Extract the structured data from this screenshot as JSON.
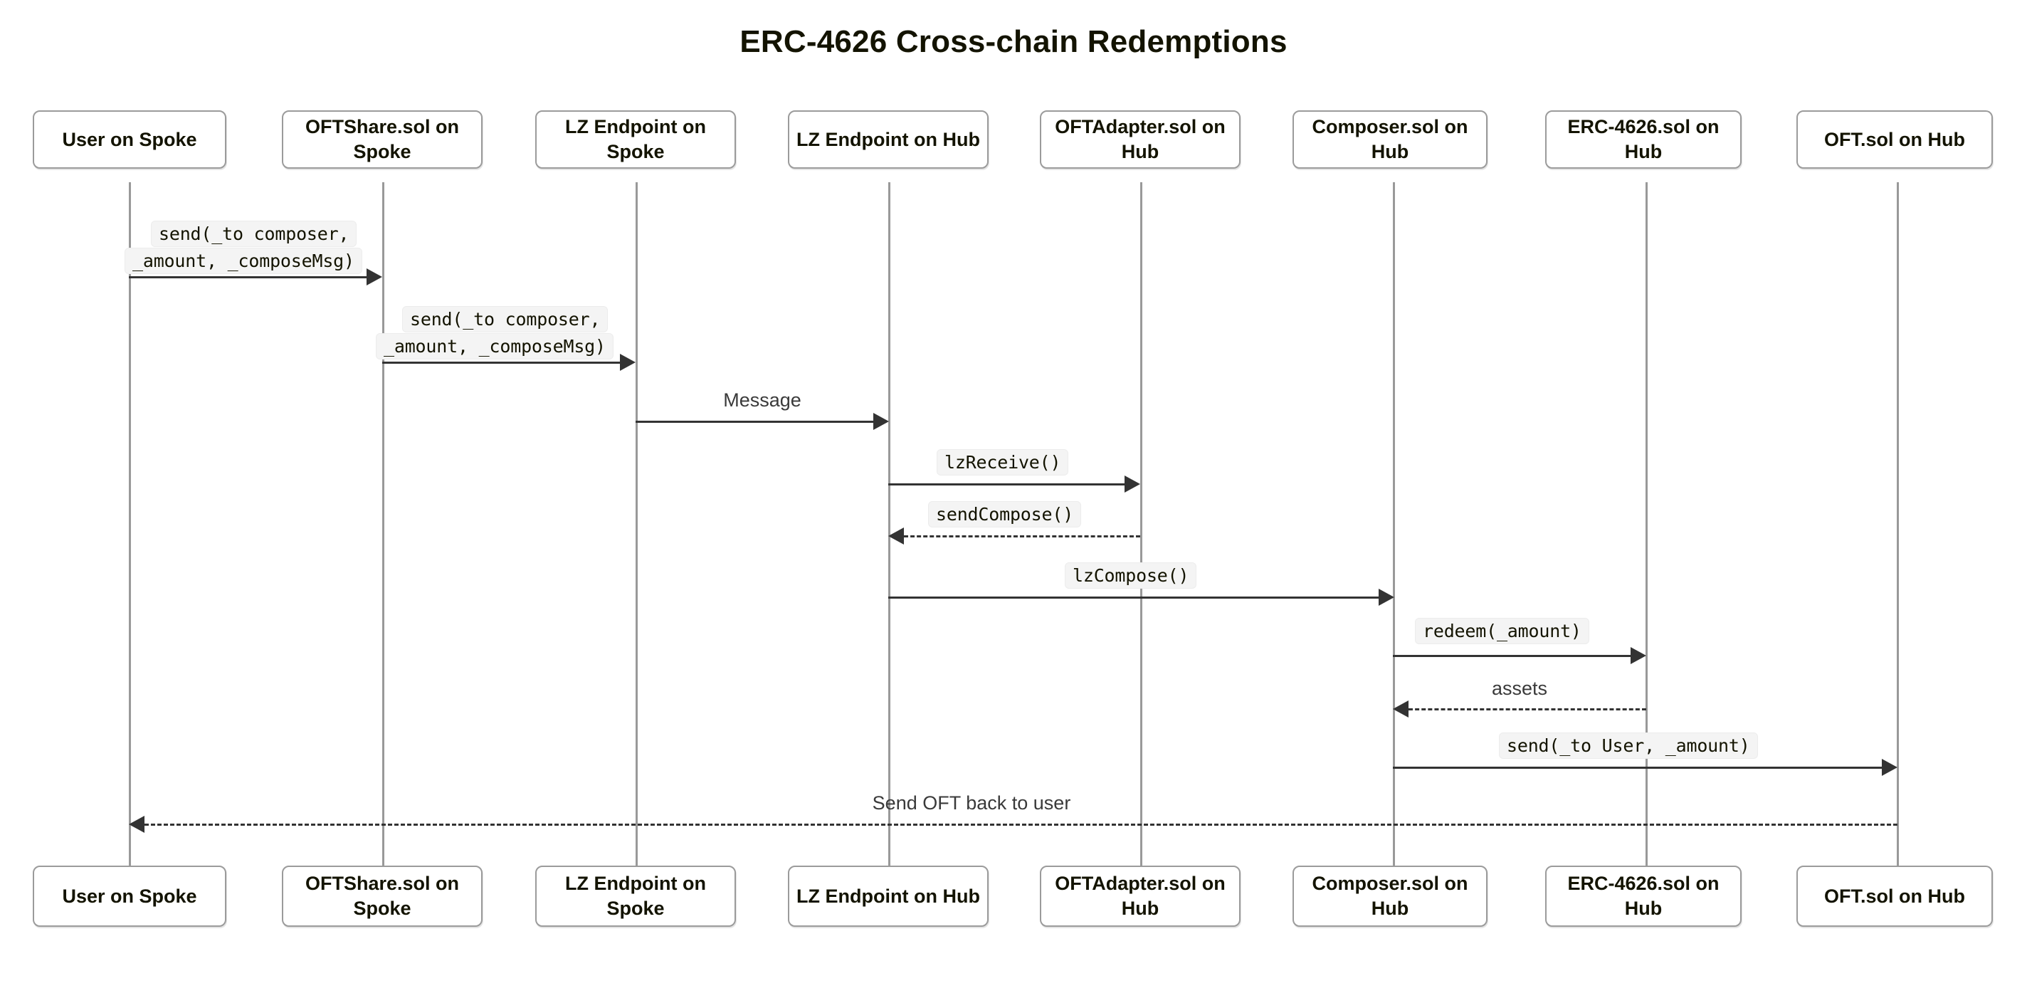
{
  "title": "ERC-4626 Cross-chain Redemptions",
  "diagram": {
    "kind": "sequence-diagram",
    "background_color": "#ffffff",
    "line_color": "#333333",
    "lifeline_color": "#999999",
    "box_border_color": "#9b9b9b",
    "label_chip_color": "#f4f4f4"
  },
  "participants": [
    {
      "id": "user",
      "label": "User on Spoke"
    },
    {
      "id": "oftshare",
      "label": "OFTShare.sol on Spoke"
    },
    {
      "id": "lzspoke",
      "label": "LZ Endpoint on Spoke"
    },
    {
      "id": "lzhub",
      "label": "LZ Endpoint on Hub"
    },
    {
      "id": "oftadapter",
      "label": "OFTAdapter.sol on Hub"
    },
    {
      "id": "composer",
      "label": "Composer.sol on Hub"
    },
    {
      "id": "erc4626",
      "label": "ERC-4626.sol on Hub"
    },
    {
      "id": "oft",
      "label": "OFT.sol on Hub"
    }
  ],
  "messages": [
    {
      "index": 1,
      "from": "user",
      "to": "oftshare",
      "label": "send(_to composer, _amount, _composeMsg)",
      "label_style": "code",
      "line": "solid",
      "direction": "right"
    },
    {
      "index": 2,
      "from": "oftshare",
      "to": "lzspoke",
      "label": "send(_to composer, _amount, _composeMsg)",
      "label_style": "code",
      "line": "solid",
      "direction": "right"
    },
    {
      "index": 3,
      "from": "lzspoke",
      "to": "lzhub",
      "label": "Message",
      "label_style": "plain",
      "line": "solid",
      "direction": "right"
    },
    {
      "index": 4,
      "from": "lzhub",
      "to": "oftadapter",
      "label": "lzReceive()",
      "label_style": "code",
      "line": "solid",
      "direction": "right"
    },
    {
      "index": 5,
      "from": "oftadapter",
      "to": "lzhub",
      "label": "sendCompose()",
      "label_style": "code",
      "line": "dashed",
      "direction": "left"
    },
    {
      "index": 6,
      "from": "lzhub",
      "to": "composer",
      "label": "lzCompose()",
      "label_style": "code",
      "line": "solid",
      "direction": "right"
    },
    {
      "index": 7,
      "from": "composer",
      "to": "erc4626",
      "label": "redeem(_amount)",
      "label_style": "code",
      "line": "solid",
      "direction": "right"
    },
    {
      "index": 8,
      "from": "erc4626",
      "to": "composer",
      "label": "assets",
      "label_style": "plain",
      "line": "dashed",
      "direction": "left"
    },
    {
      "index": 9,
      "from": "composer",
      "to": "oft",
      "label": "send(_to User, _amount)",
      "label_style": "code",
      "line": "solid",
      "direction": "right"
    },
    {
      "index": 10,
      "from": "oft",
      "to": "user",
      "label": "Send OFT back to user",
      "label_style": "plain",
      "line": "dashed",
      "direction": "left"
    }
  ],
  "message_labels": {
    "m1_line1": "send(_to composer,",
    "m1_line2": "_amount, _composeMsg)",
    "m2_line1": "send(_to composer,",
    "m2_line2": "_amount, _composeMsg)",
    "m3": "Message",
    "m4": "lzReceive()",
    "m5": "sendCompose()",
    "m6": "lzCompose()",
    "m7": "redeem(_amount)",
    "m8": "assets",
    "m9": "send(_to User, _amount)",
    "m10": "Send OFT back to user"
  }
}
